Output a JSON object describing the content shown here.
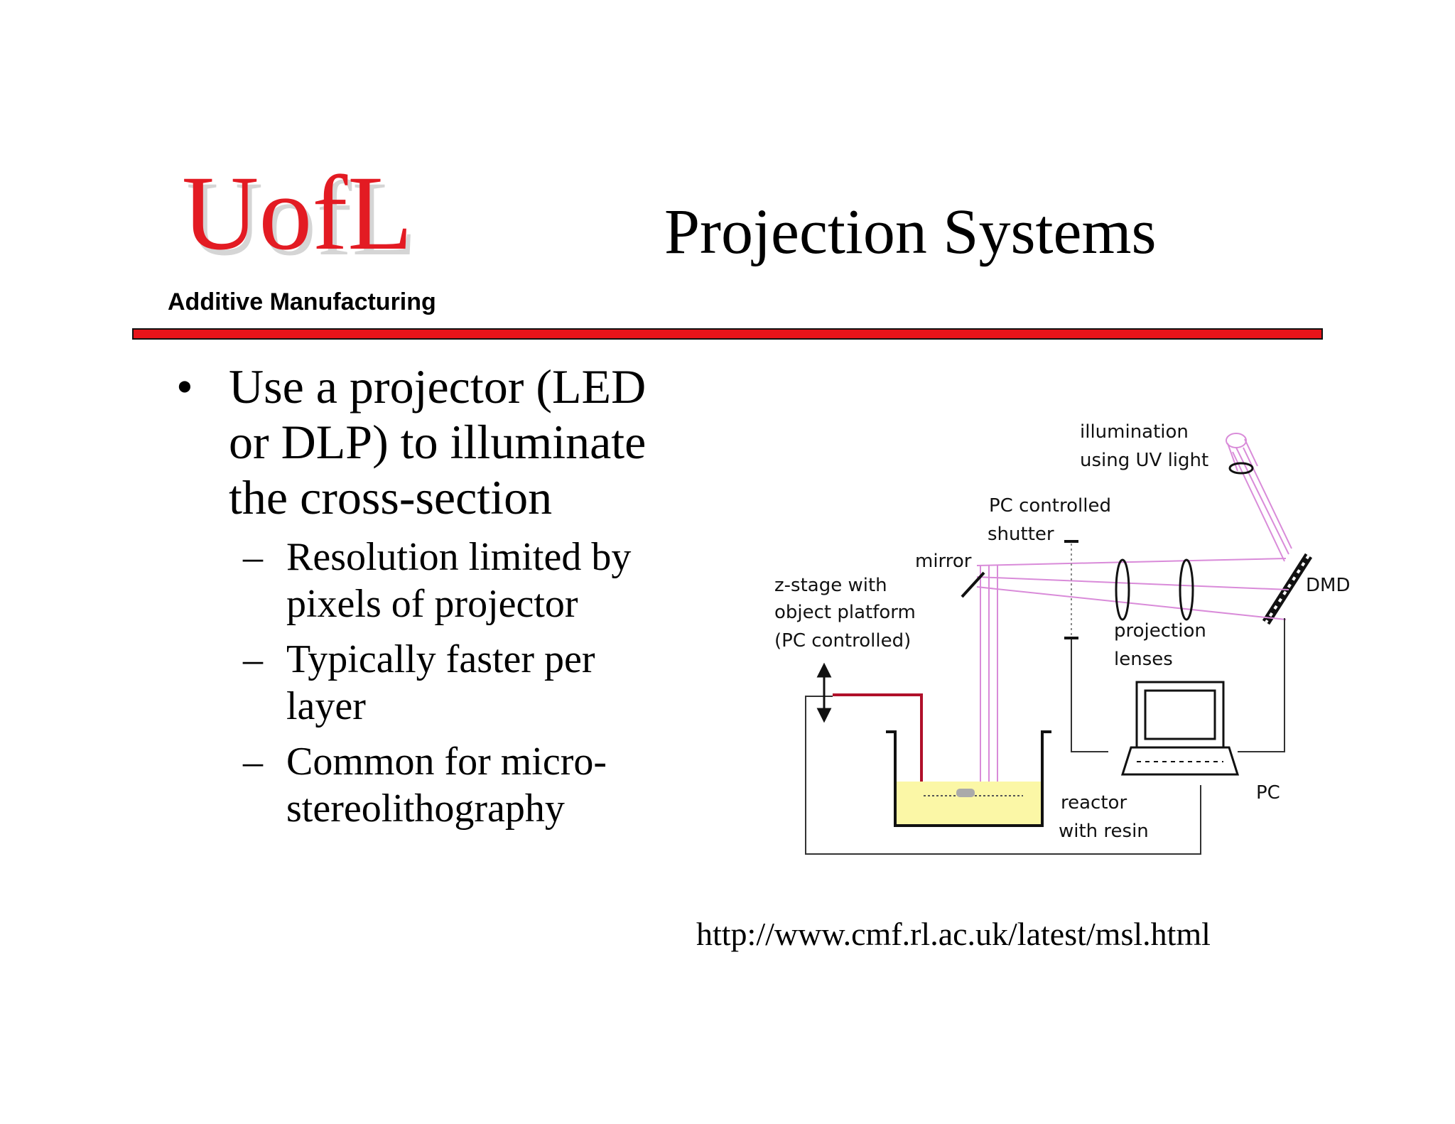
{
  "header": {
    "logo_text": "UofL",
    "subtitle": "Additive Manufacturing",
    "title": "Projection Systems"
  },
  "bullets": [
    {
      "text_lines": [
        "Use a projector (LED",
        "or DLP) to illuminate",
        "the cross-section"
      ],
      "sub": [
        {
          "lines": [
            "Resolution limited by",
            "pixels of projector"
          ]
        },
        {
          "lines": [
            "Typically faster per",
            "layer"
          ]
        },
        {
          "lines": [
            "Common for micro-",
            "stereolithography"
          ]
        }
      ]
    }
  ],
  "diagram": {
    "labels": {
      "illumination_1": "illumination",
      "illumination_2": "using UV light",
      "shutter_1": "PC controlled",
      "shutter_2": "shutter",
      "mirror": "mirror",
      "dmd": "DMD",
      "zstage_1": "z-stage with",
      "zstage_2": "object platform",
      "zstage_3": "(PC controlled)",
      "lenses_1": "projection",
      "lenses_2": "lenses",
      "reactor_1": "reactor",
      "reactor_2": "with resin",
      "pc": "PC"
    },
    "colors": {
      "beam": "#d98bd9",
      "platform": "#b0102a",
      "resin": "#fbf7a6"
    }
  },
  "source": "http://www.cmf.rl.ac.uk/latest/msl.html",
  "colors": {
    "accent_red": "#e8141a"
  }
}
